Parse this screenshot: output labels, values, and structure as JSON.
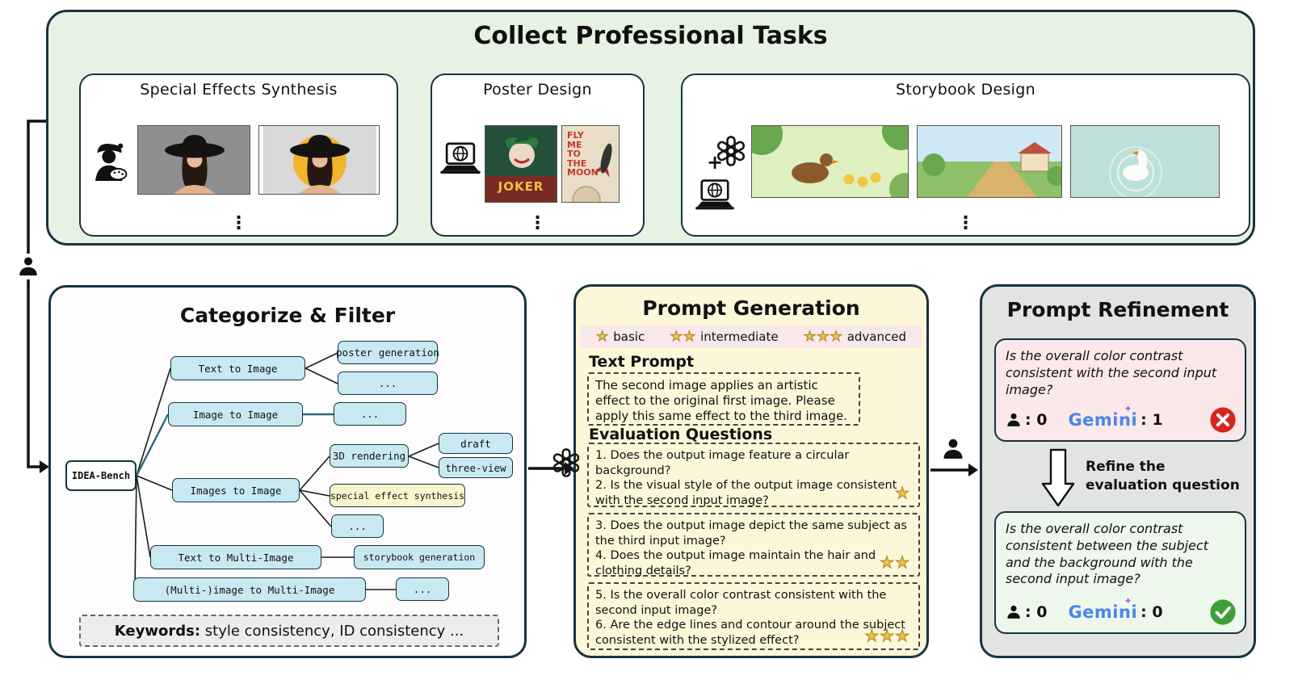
{
  "colors": {
    "top_panel_bg": "#e7f3e2",
    "panel_border": "#17333f",
    "prompt_gen_bg": "#fcf7d9",
    "refinement_bg": "#e2e4e2",
    "node_blue": "#c9e9f2",
    "node_yellow": "#fbf4cd",
    "pink_card_bg": "#fae8ea",
    "green_card_bg": "#edf7eb",
    "star_gold": "#f3c33c",
    "error_red": "#d6251f",
    "success_green": "#3d9e3a",
    "gemini_blue": "#4a86e8"
  },
  "icons": {
    "person": "black user silhouette",
    "gpt_logo": "hexagonal knot logo",
    "laptop_globe": "laptop with globe on screen",
    "artist": "painter with beret and palette",
    "gemini_sparkle": "✦",
    "error_badge": "red circle with white X",
    "success_badge": "green circle with white check"
  },
  "top_panel": {
    "title": "Collect Professional Tasks",
    "plus": "+",
    "joker_title": "JOKER",
    "flyme_text": "FLY\nME\nTO\nTHE\nMOON",
    "cards": [
      {
        "title": "Special Effects Synthesis",
        "more": "⋮"
      },
      {
        "title": "Poster Design",
        "more": "⋮"
      },
      {
        "title": "Storybook Design",
        "more": "⋮"
      }
    ]
  },
  "categorize": {
    "title": "Categorize & Filter",
    "root_label": "IDEA-Bench",
    "categories": [
      "Text to Image",
      "Image to Image",
      "Images to Image",
      "Text to Multi-Image",
      "(Multi-)image to Multi-Image"
    ],
    "leaves": {
      "poster": "poster generation",
      "dots_a": "...",
      "dots_b": "...",
      "rendering3d": "3D rendering",
      "draft": "draft",
      "three_view": "three-view",
      "special_effect": "special effect synthesis",
      "dots_c": "...",
      "storybook": "storybook generation",
      "dots_d": "..."
    },
    "keywords_label": "Keywords:",
    "keywords_text": " style consistency, ID consistency ..."
  },
  "prompt_generation": {
    "title": "Prompt Generation",
    "legend": [
      {
        "stars": "★",
        "label": "basic"
      },
      {
        "stars": "★★",
        "label": "intermediate"
      },
      {
        "stars": "★★★",
        "label": "advanced"
      }
    ],
    "text_prompt_heading": "Text Prompt",
    "text_prompt": "The second image applies an artistic effect to the original first image. Please apply this same effect to the third image.",
    "eval_heading": "Evaluation Questions",
    "groups": [
      {
        "text": "1. Does the output image feature a circular background?\n2. Is the visual style of the output image consistent with the second input image?",
        "stars": "★"
      },
      {
        "text": "3. Does the output image depict the same subject as the third input image?\n4. Does the output image maintain the hair and clothing details?",
        "stars": "★★"
      },
      {
        "text": "5. Is the overall color contrast consistent with the second input image?\n6. Are the edge lines and contour around the subject consistent with the stylized effect?",
        "stars": "★★★"
      }
    ]
  },
  "refinement": {
    "title": "Prompt Refinement",
    "before": {
      "question": "Is the overall color contrast consistent with the second input image?",
      "human_score": ": 0",
      "gemini_label": "Gemini",
      "gemini_score": ": 1"
    },
    "arrow_label": "Refine the\nevaluation question",
    "after": {
      "question": "Is the overall color contrast consistent between the subject and the background with the second input image?",
      "human_score": ": 0",
      "gemini_label": "Gemini",
      "gemini_score": ": 0"
    }
  }
}
